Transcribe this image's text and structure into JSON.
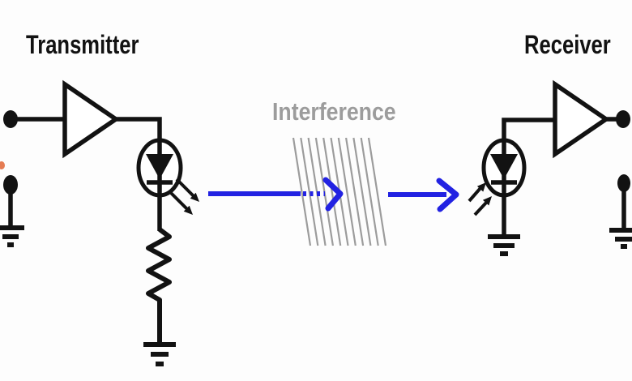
{
  "diagram": {
    "labels": {
      "transmitter": "Transmitter",
      "interference": "Interference",
      "receiver": "Receiver"
    },
    "colors": {
      "circuit": "#121212",
      "signal_blue": "#2222e2",
      "interference_gray": "#9c9c9c",
      "stray_orange": "#e06535",
      "background": "#fdfdfd"
    },
    "components": {
      "transmitter": [
        "input-terminal",
        "amplifier",
        "led",
        "resistor",
        "ground"
      ],
      "optical_path": [
        "light-signal-arrow-left",
        "interference-hatch",
        "light-signal-arrow-right"
      ],
      "receiver": [
        "photodiode",
        "amplifier",
        "output-terminal",
        "ground"
      ]
    }
  }
}
